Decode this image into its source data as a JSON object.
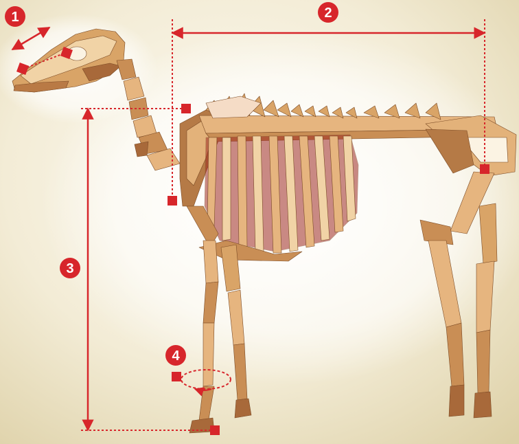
{
  "colors": {
    "background_light": "#fbf8ee",
    "background_dark": "#e3d8b3",
    "bone_light": "#f1d3a6",
    "bone_mid": "#d9a467",
    "bone_dark": "#a8693a",
    "rib_shadow": "#9e2b22",
    "measure_red": "#d7262b"
  },
  "measurements": [
    {
      "number": "1"
    },
    {
      "number": "2"
    },
    {
      "number": "3"
    },
    {
      "number": "4"
    }
  ]
}
